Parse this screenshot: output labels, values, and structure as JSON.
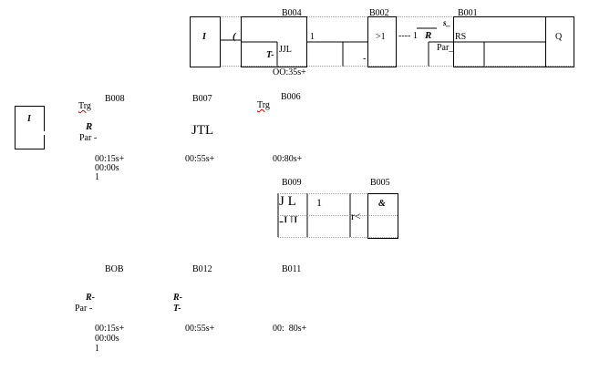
{
  "top_row": {
    "input_block": {
      "label": "I"
    },
    "coil_symbol": "(",
    "b004": {
      "id": "B004",
      "t_pin": "T-",
      "function": "JJL",
      "out": "1",
      "time": "OO:35s+"
    },
    "b002": {
      "id": "B002",
      "function": ">1",
      "in_tick": "-",
      "link": "---- 1",
      "r_pin": "R"
    },
    "b001": {
      "id": "B001",
      "function": "RS",
      "s_pin": "s_",
      "par_pin": "Par_"
    },
    "output_block": {
      "label": "Q"
    }
  },
  "left_input": {
    "label": "I"
  },
  "row2": {
    "b008": {
      "id": "B008",
      "trg": "Trg",
      "r_pin": "R",
      "par": "Par -",
      "time1": "00:15s+",
      "time2": "00:00s",
      "count": "1"
    },
    "b007": {
      "id": "B007",
      "function": "JTL",
      "time": "00:55s+"
    },
    "b006": {
      "id": "B006",
      "trg": "Trg",
      "time": "00:80s+"
    }
  },
  "row3": {
    "b009": {
      "id": "B009",
      "function_top": "J L",
      "function_bottom": "-UL",
      "out": "1",
      "link": "r<"
    },
    "b005": {
      "id": "B005",
      "function": "&"
    }
  },
  "row4": {
    "bob": {
      "id": "BOB",
      "r_pin": "R-",
      "par": "Par -",
      "time1": "00:15s+",
      "time2": "00:00s",
      "count": "1"
    },
    "b012": {
      "id": "B012",
      "r_pin": "R-",
      "t_pin": "T-",
      "time": "00:55s+"
    },
    "b011": {
      "id": "B011",
      "time": "00:  80s+"
    }
  },
  "colors": {
    "line": "#000000",
    "grid": "#999999",
    "wavy": "#cc0000"
  }
}
